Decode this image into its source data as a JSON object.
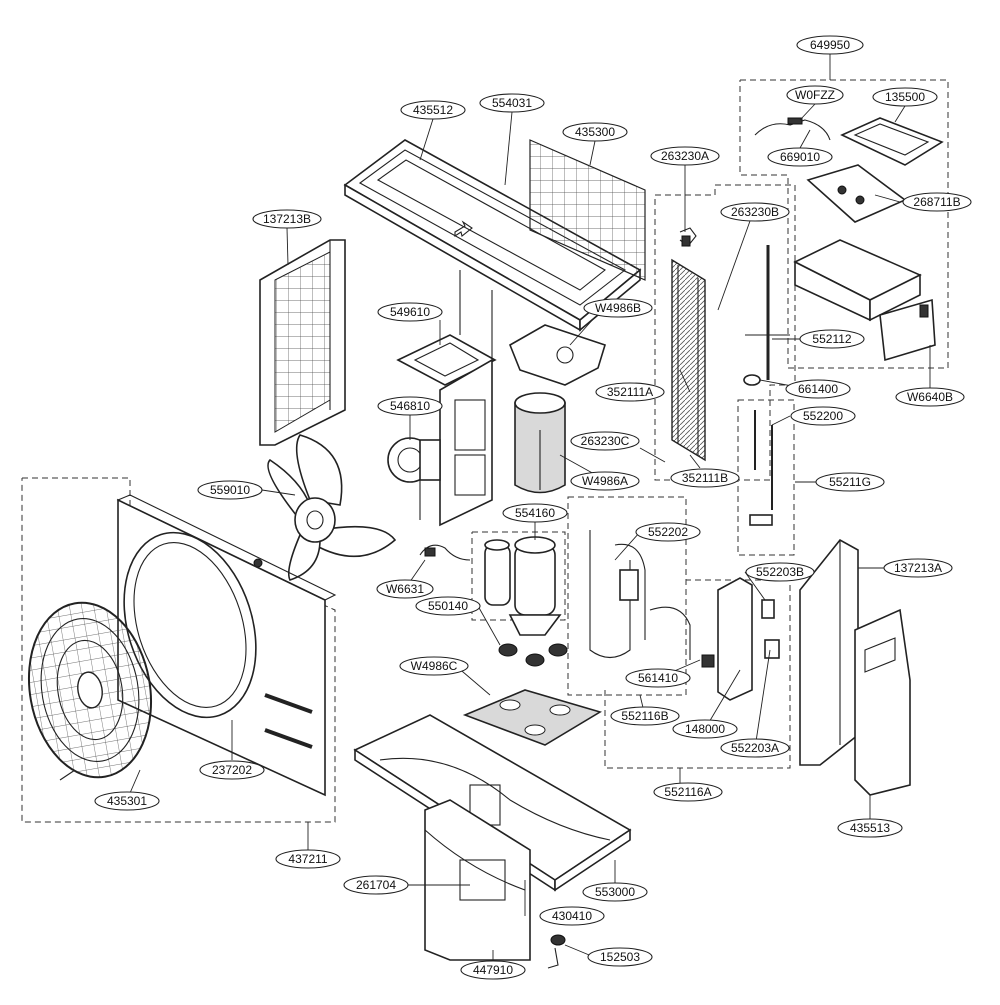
{
  "labels": {
    "l649950": "649950",
    "lW0FZZ": "W0FZZ",
    "l135500": "135500",
    "l669010": "669010",
    "l268711B": "268711B",
    "l435512": "435512",
    "l554031": "554031",
    "l435300": "435300",
    "l263230A": "263230A",
    "l263230B": "263230B",
    "l137213B": "137213B",
    "l549610": "549610",
    "lW4986B": "W4986B",
    "l552112": "552112",
    "l352111A": "352111A",
    "l661400": "661400",
    "lW6640B": "W6640B",
    "l546810": "546810",
    "l552200": "552200",
    "l263230C": "263230C",
    "l352111B": "352111B",
    "lW4986A": "W4986A",
    "l55211G": "55211G",
    "l559010": "559010",
    "l554160": "554160",
    "l552202": "552202",
    "l552203B": "552203B",
    "l137213A": "137213A",
    "lW6631": "W6631",
    "l550140": "550140",
    "lW4986C": "W4986C",
    "l561410": "561410",
    "l552116B": "552116B",
    "l148000": "148000",
    "l552203A": "552203A",
    "l237202": "237202",
    "l552116A": "552116A",
    "l435301": "435301",
    "l435513": "435513",
    "l437211": "437211",
    "l261704": "261704",
    "l553000": "553000",
    "l430410": "430410",
    "l152503": "152503",
    "l447910": "447910"
  }
}
